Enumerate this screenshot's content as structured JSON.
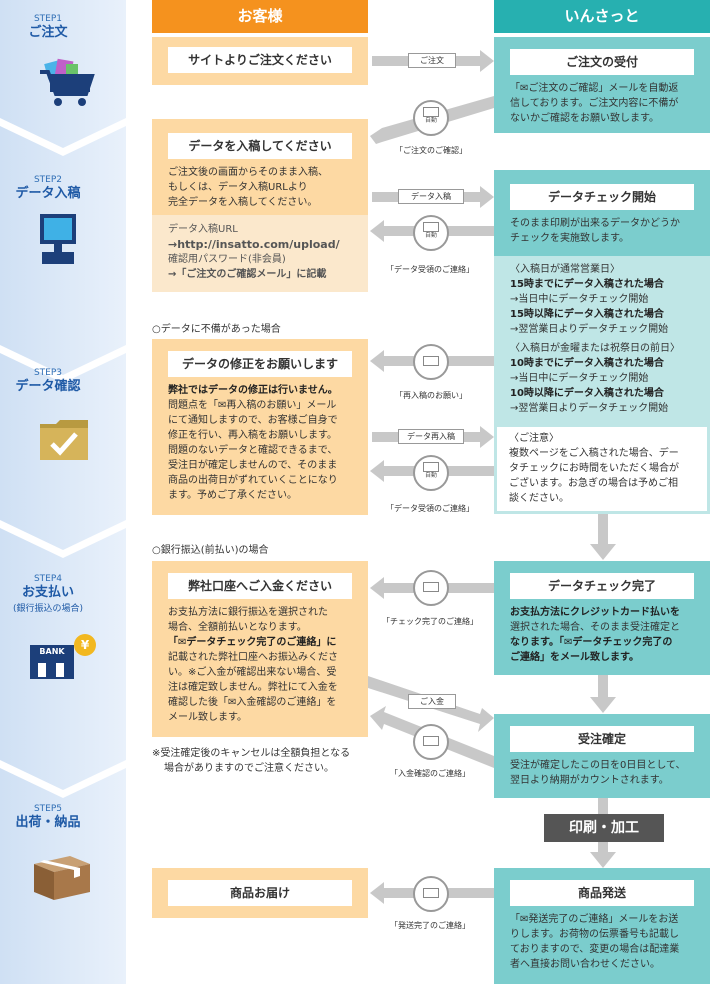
{
  "steps": [
    {
      "num": "STEP1",
      "title": "ご注文",
      "sub": ""
    },
    {
      "num": "STEP2",
      "title": "データ入稿",
      "sub": ""
    },
    {
      "num": "STEP3",
      "title": "データ確認",
      "sub": ""
    },
    {
      "num": "STEP4",
      "title": "お支払い",
      "sub": "(銀行振込の場合)"
    },
    {
      "num": "STEP5",
      "title": "出荷・納品",
      "sub": ""
    }
  ],
  "bank_label": "BANK",
  "yen": "¥",
  "headers": {
    "customer": "お客様",
    "insatto": "いんさっと"
  },
  "customer": {
    "order": "サイトよりご注文ください",
    "submit_title": "データを入稿してください",
    "submit_text": [
      "ご注文後の画面からそのまま入稿、",
      "もしくは、データ入稿URLより",
      "完全データを入稿してください。"
    ],
    "url_text": [
      "データ入稿URL",
      "→http://insatto.com/upload/",
      "確認用パスワード(非会員)",
      "→「ご注文のご確認メール」に記載"
    ],
    "defect_note": "○データに不備があった場合",
    "fix_title": "データの修正をお願いします",
    "fix_text": [
      "弊社ではデータの修正は行いません。",
      "問題点を「✉再入稿のお願い」メール",
      "にて通知しますので、お客様ご自身で",
      "修正を行い、再入稿をお願いします。",
      "問題のないデータと確認できるまで、",
      "受注日が確定しませんので、そのまま",
      "商品の出荷日がずれていくことになり",
      "ます。予めご了承ください。"
    ],
    "bank_note": "○銀行振込(前払い)の場合",
    "pay_title": "弊社口座へご入金ください",
    "pay_text": [
      "お支払方法に銀行振込を選択された",
      "場合、全額前払いとなります。",
      "「✉データチェック完了のご連絡」に",
      "記載された弊社口座へお振込みくださ",
      "い。※ご入金が確認出来ない場合、受",
      "注は確定致しません。弊社にて入金を",
      "確認した後「✉入金確認のご連絡」を",
      "メール致します。"
    ],
    "cancel_note": [
      "※受注確定後のキャンセルは全額負担となる",
      "場合がありますのでご注意ください。"
    ],
    "delivery": "商品お届け"
  },
  "insatto": {
    "receive_title": "ご注文の受付",
    "receive_text": [
      "「✉ご注文のご確認」メールを自動返",
      "信しております。ご注文内容に不備が",
      "ないかご確認をお願い致します。"
    ],
    "check_title": "データチェック開始",
    "check_text": [
      "そのまま印刷が出来るデータかどうか",
      "チェックを実施致します。"
    ],
    "weekday": [
      "〈入稿日が通常営業日〉",
      "15時までにデータ入稿された場合",
      "→当日中にデータチェック開始",
      "15時以降にデータ入稿された場合",
      "→翌営業日よりデータチェック開始"
    ],
    "friday": [
      "〈入稿日が金曜または祝祭日の前日〉",
      "10時までにデータ入稿された場合",
      "→当日中にデータチェック開始",
      "10時以降にデータ入稿された場合",
      "→翌営業日よりデータチェック開始"
    ],
    "caution": [
      "〈ご注意〉",
      "複数ページをご入稿された場合、デー",
      "タチェックにお時間をいただく場合が",
      "ございます。お急ぎの場合は予めご相",
      "談ください。"
    ],
    "done_title": "データチェック完了",
    "done_text": [
      "お支払方法にクレジットカード払いを",
      "選択された場合、そのまま受注確定と",
      "なります。「✉データチェック完了の",
      "ご連絡」をメール致します。"
    ],
    "confirm_title": "受注確定",
    "confirm_text": [
      "受注が確定したこの日を0日目として、",
      "翌日より納期がカウントされます。"
    ],
    "print": "印刷・加工",
    "ship_title": "商品発送",
    "ship_text": [
      "「✉発送完了のご連絡」メールをお送",
      "りします。お荷物の伝票番号も記載し",
      "ておりますので、変更の場合は配達業",
      "者へ直接お問い合わせください。"
    ]
  },
  "arrows": {
    "order": "ご注文",
    "auto": "自動",
    "order_confirm": "「ご注文のご確認」",
    "submit": "データ入稿",
    "receipt": "「データ受領のご連絡」",
    "resubmit_req": "「再入稿のお願い」",
    "resubmit": "データ再入稿",
    "receipt2": "「データ受領のご連絡」",
    "check_done": "「チェック完了のご連絡」",
    "payment": "ご入金",
    "payment_confirm": "「入金確認のご連絡」",
    "shipped": "「発送完了のご連絡」"
  }
}
